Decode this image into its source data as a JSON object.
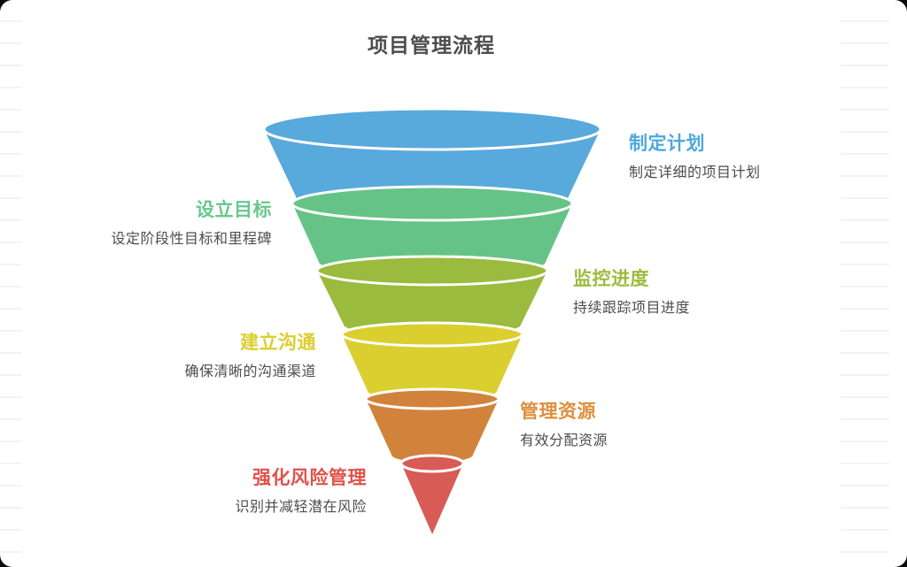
{
  "page": {
    "title": "项目管理流程"
  },
  "funnel": {
    "steps": [
      {
        "label": "制定计划",
        "description": "制定详细的项目计划",
        "color": "#58A9DC",
        "label_color": "#4EA8DC",
        "side": "right"
      },
      {
        "label": "设立目标",
        "description": "设定阶段性目标和里程碑",
        "color": "#65C387",
        "label_color": "#67C88D",
        "side": "left"
      },
      {
        "label": "监控进度",
        "description": "持续跟踪项目进度",
        "color": "#9ABB3E",
        "label_color": "#9CBC3F",
        "side": "right"
      },
      {
        "label": "建立沟通",
        "description": "确保清晰的沟通渠道",
        "color": "#DACF2F",
        "label_color": "#DCCE31",
        "side": "left"
      },
      {
        "label": "管理资源",
        "description": "有效分配资源",
        "color": "#D2833B",
        "label_color": "#DD8F3D",
        "side": "right"
      },
      {
        "label": "强化风险管理",
        "description": "识别并减轻潜在风险",
        "color": "#D85B55",
        "label_color": "#E0524A",
        "side": "left"
      }
    ]
  },
  "colors": {
    "title_text": "#4D4D4D",
    "description_text": "#4D4D4D",
    "rim_separator": "#FFFFFF",
    "ruled_line": "#F3F3F5"
  }
}
